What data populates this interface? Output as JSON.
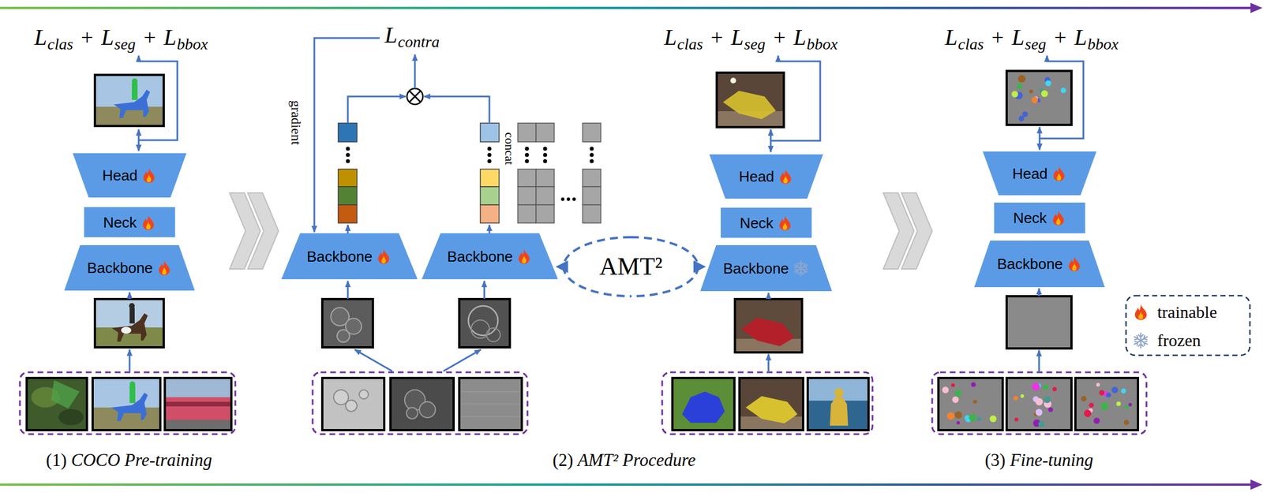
{
  "diagram": {
    "nodes": [
      {
        "text": [
          "Head"
        ]
      },
      {
        "text": [
          "Neck"
        ]
      },
      {
        "text": [
          "Backbone"
        ]
      },
      {
        "text": [
          "Backbone"
        ]
      },
      {
        "text": [
          "Backbone"
        ]
      },
      {
        "text": [
          "AMT²"
        ]
      },
      {
        "text": [
          "Head"
        ]
      },
      {
        "text": [
          "Neck"
        ]
      },
      {
        "text": [
          "Backbone"
        ]
      },
      {
        "text": [
          "Head"
        ]
      },
      {
        "text": [
          "Neck"
        ]
      },
      {
        "text": [
          "Backbone"
        ]
      }
    ],
    "edges": [
      {
        "from": 5,
        "to": 4,
        "arrow": "to"
      },
      {
        "from": 5,
        "to": 8,
        "arrow": "to"
      }
    ],
    "labels": [
      "L",
      "clas",
      "+",
      "L",
      "seg",
      "+",
      "L",
      "bbox",
      "L",
      "contra",
      "gradient",
      "concat",
      "L",
      "clas",
      "+",
      "L",
      "seg",
      "+",
      "L",
      "bbox",
      "L",
      "clas",
      "+",
      "L",
      "seg",
      "+",
      "L",
      "bbox",
      "(1)",
      "COCO Pre-training",
      "(2)",
      "AMT² Procedure",
      "(3)",
      "Fine-tuning"
    ],
    "legend": [
      {
        "text": "trainable"
      },
      {
        "text": "frozen"
      }
    ]
  }
}
